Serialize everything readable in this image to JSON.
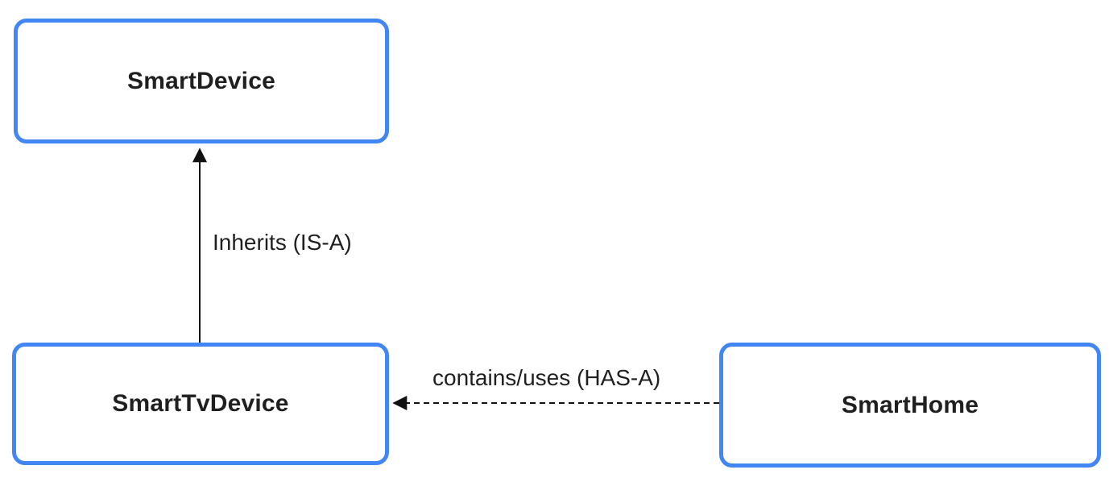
{
  "colors": {
    "background": "#ffffff",
    "node_border": "#4285f4",
    "node_fill": "#ffffff",
    "text": "#1f1f1f",
    "arrow": "#111111"
  },
  "nodes": [
    {
      "id": "smart-device",
      "label": "SmartDevice"
    },
    {
      "id": "smart-tv-device",
      "label": "SmartTvDevice"
    },
    {
      "id": "smart-home",
      "label": "SmartHome"
    }
  ],
  "edges": [
    {
      "id": "inherits",
      "label": "Inherits (IS-A)",
      "from": "SmartTvDevice",
      "to": "SmartDevice",
      "line_style": "solid",
      "direction": "up"
    },
    {
      "id": "contains-uses",
      "label": "contains/uses (HAS-A)",
      "from": "SmartHome",
      "to": "SmartTvDevice",
      "line_style": "dashed",
      "direction": "left"
    }
  ]
}
